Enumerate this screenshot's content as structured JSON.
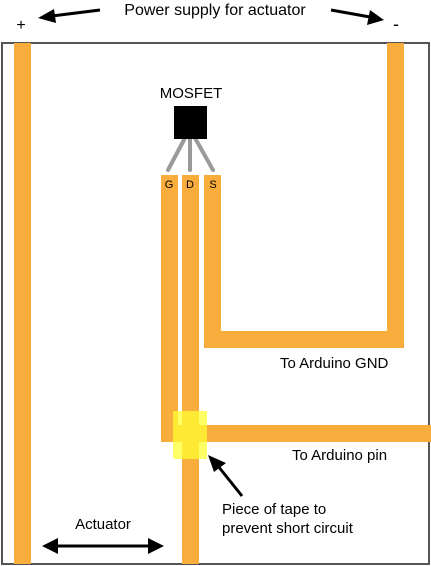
{
  "title": "Power supply for actuator",
  "terminals": {
    "positive": "+",
    "negative": "-"
  },
  "component": {
    "name": "MOSFET",
    "pins": [
      "G",
      "D",
      "S"
    ]
  },
  "labels": {
    "arduino_gnd": "To Arduino GND",
    "arduino_pin": "To Arduino pin",
    "tape_line1": "Piece of tape to",
    "tape_line2": "prevent short circuit",
    "actuator": "Actuator"
  },
  "colors": {
    "copper_tape": "#f9ad3c",
    "insulating_tape": "#ffff33",
    "mosfet_body": "#000000",
    "mosfet_leads": "#9a9a9a",
    "board_border": "#555555",
    "arrows": "#000000"
  }
}
